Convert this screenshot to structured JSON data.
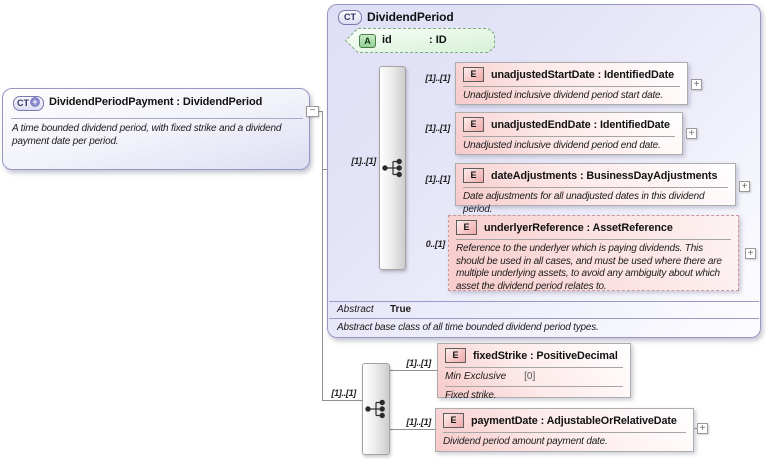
{
  "icons": {
    "expand": "+",
    "collapse": "−"
  },
  "root_box": {
    "badge": "CT",
    "badge_plus": "+",
    "title": "DividendPeriodPayment : DividendPeriod",
    "description": "A time bounded dividend period, with fixed strike and a dividend payment date per period."
  },
  "base_box": {
    "badge": "CT",
    "title": "DividendPeriod",
    "attribute": {
      "badge": "A",
      "name": "id",
      "type": ": ID"
    },
    "sequence": {
      "cardinality": "[1]..[1]"
    },
    "elements": [
      {
        "badge": "E",
        "label": "unadjustedStartDate : IdentifiedDate",
        "cardinality": "[1]..[1]",
        "description": "Unadjusted inclusive dividend period start date."
      },
      {
        "badge": "E",
        "label": "unadjustedEndDate : IdentifiedDate",
        "cardinality": "[1]..[1]",
        "description": "Unadjusted inclusive dividend period end date."
      },
      {
        "badge": "E",
        "label": "dateAdjustments : BusinessDayAdjustments",
        "cardinality": "[1]..[1]",
        "description": "Date adjustments for all unadjusted dates in this dividend period."
      },
      {
        "badge": "E",
        "label": "underlyerReference : AssetReference",
        "cardinality": "0..[1]",
        "description": "Reference to the underlyer which is paying dividends. This should be used in all cases, and must be used where there are multiple underlying assets, to avoid any ambiguity about which asset the dividend period relates to."
      }
    ],
    "abstract": {
      "label": "Abstract",
      "value": "True"
    },
    "footer": "Abstract base class of all time bounded dividend period types."
  },
  "extension_group": {
    "sequence": {
      "cardinality": "[1]..[1]"
    },
    "elements": [
      {
        "badge": "E",
        "label": "fixedStrike : PositiveDecimal",
        "cardinality": "[1]..[1]",
        "facet_label": "Min Exclusive",
        "facet_value": "[0]",
        "description": "Fixed strike."
      },
      {
        "badge": "E",
        "label": "paymentDate : AdjustableOrRelativeDate",
        "cardinality": "[1]..[1]",
        "description": "Dividend period amount payment date."
      }
    ]
  }
}
